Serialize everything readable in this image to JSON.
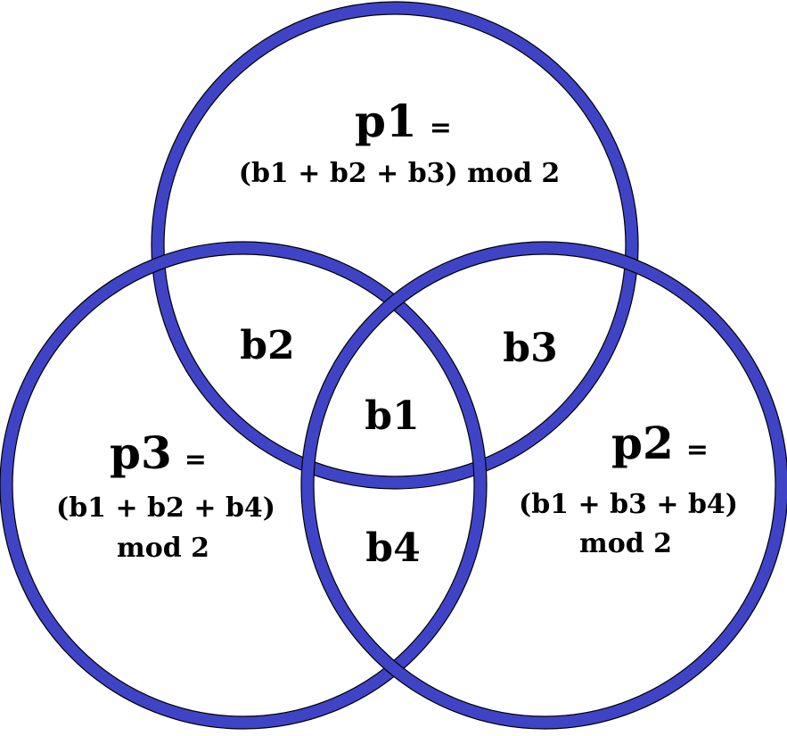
{
  "diagram": {
    "colors": {
      "ring": "#3f44c6",
      "ring_outline": "#000000",
      "text": "#000000",
      "background": "#ffffff"
    },
    "circles": [
      "p1",
      "p2",
      "p3"
    ],
    "p1": {
      "name": "p1",
      "eq": "=",
      "formula": "(b1 + b2 + b3) mod 2"
    },
    "p2": {
      "name": "p2",
      "eq": "=",
      "formula_line1": "(b1 + b3 + b4)",
      "formula_line2": "mod 2"
    },
    "p3": {
      "name": "p3",
      "eq": "=",
      "formula_line1": "(b1 + b2 + b4)",
      "formula_line2": "mod 2"
    },
    "regions": {
      "b1": "b1",
      "b2": "b2",
      "b3": "b3",
      "b4": "b4"
    }
  }
}
